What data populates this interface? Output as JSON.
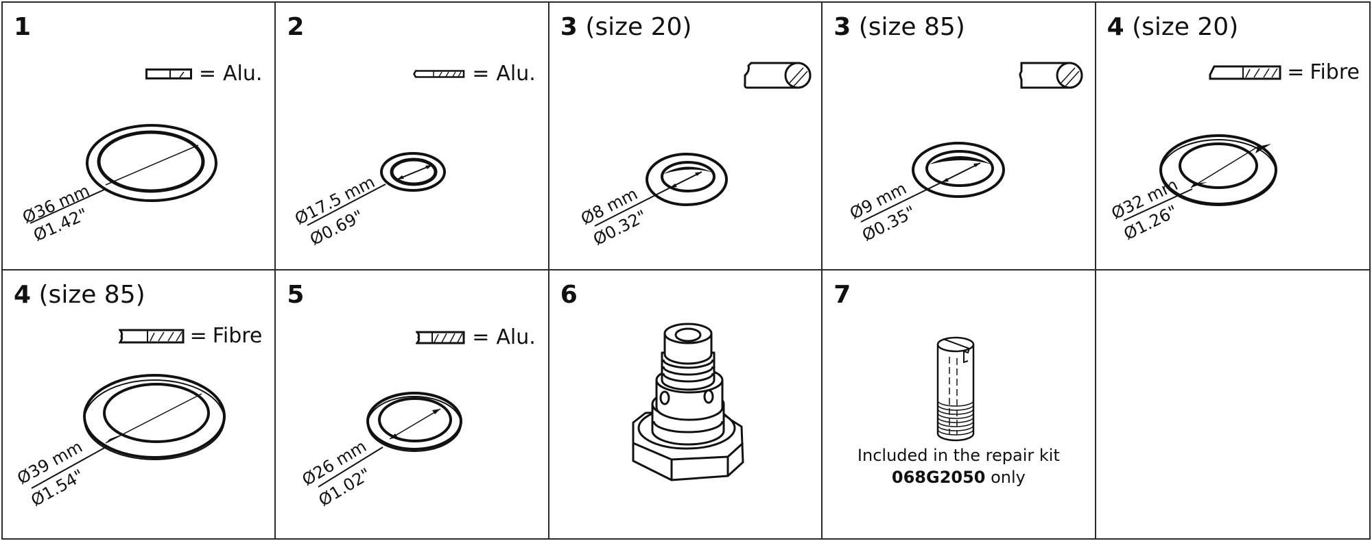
{
  "grid": {
    "columns": 5,
    "rows": 2,
    "border_color": "#2a2a2a",
    "line_color": "#111111"
  },
  "cells": [
    {
      "number": "1",
      "qualifier": "",
      "legend": {
        "equals": "=",
        "material": "Alu."
      },
      "part": "sealing-ring",
      "dimension_mm": "Ø36 mm",
      "dimension_in": "Ø1.42\""
    },
    {
      "number": "2",
      "qualifier": "",
      "legend": {
        "equals": "=",
        "material": "Alu."
      },
      "part": "sealing-ring",
      "dimension_mm": "Ø17.5 mm",
      "dimension_in": "Ø0.69\""
    },
    {
      "number": "3",
      "qualifier": "(size 20)",
      "legend": {
        "equals": "",
        "material": ""
      },
      "part": "o-ring",
      "dimension_mm": "Ø8 mm",
      "dimension_in": "Ø0.32\""
    },
    {
      "number": "3",
      "qualifier": "(size 85)",
      "legend": {
        "equals": "",
        "material": ""
      },
      "part": "o-ring",
      "dimension_mm": "Ø9 mm",
      "dimension_in": "Ø0.35\""
    },
    {
      "number": "4",
      "qualifier": "(size 20)",
      "legend": {
        "equals": "=",
        "material": "Fibre"
      },
      "part": "gasket",
      "dimension_mm": "Ø32 mm",
      "dimension_in": "Ø1.26\""
    },
    {
      "number": "4",
      "qualifier": "(size 85)",
      "legend": {
        "equals": "=",
        "material": "Fibre"
      },
      "part": "gasket",
      "dimension_mm": "Ø39 mm",
      "dimension_in": "Ø1.54\""
    },
    {
      "number": "5",
      "qualifier": "",
      "legend": {
        "equals": "=",
        "material": "Alu."
      },
      "part": "sealing-ring",
      "dimension_mm": "Ø26 mm",
      "dimension_in": "Ø1.02\""
    },
    {
      "number": "6",
      "qualifier": "",
      "part": "hex-plug"
    },
    {
      "number": "7",
      "qualifier": "",
      "part": "slotted-screw",
      "note": {
        "line1": "Included in the repair kit",
        "kit_code": "068G2050",
        "suffix": " only"
      }
    },
    {
      "number": "",
      "qualifier": "",
      "part": "empty"
    }
  ]
}
